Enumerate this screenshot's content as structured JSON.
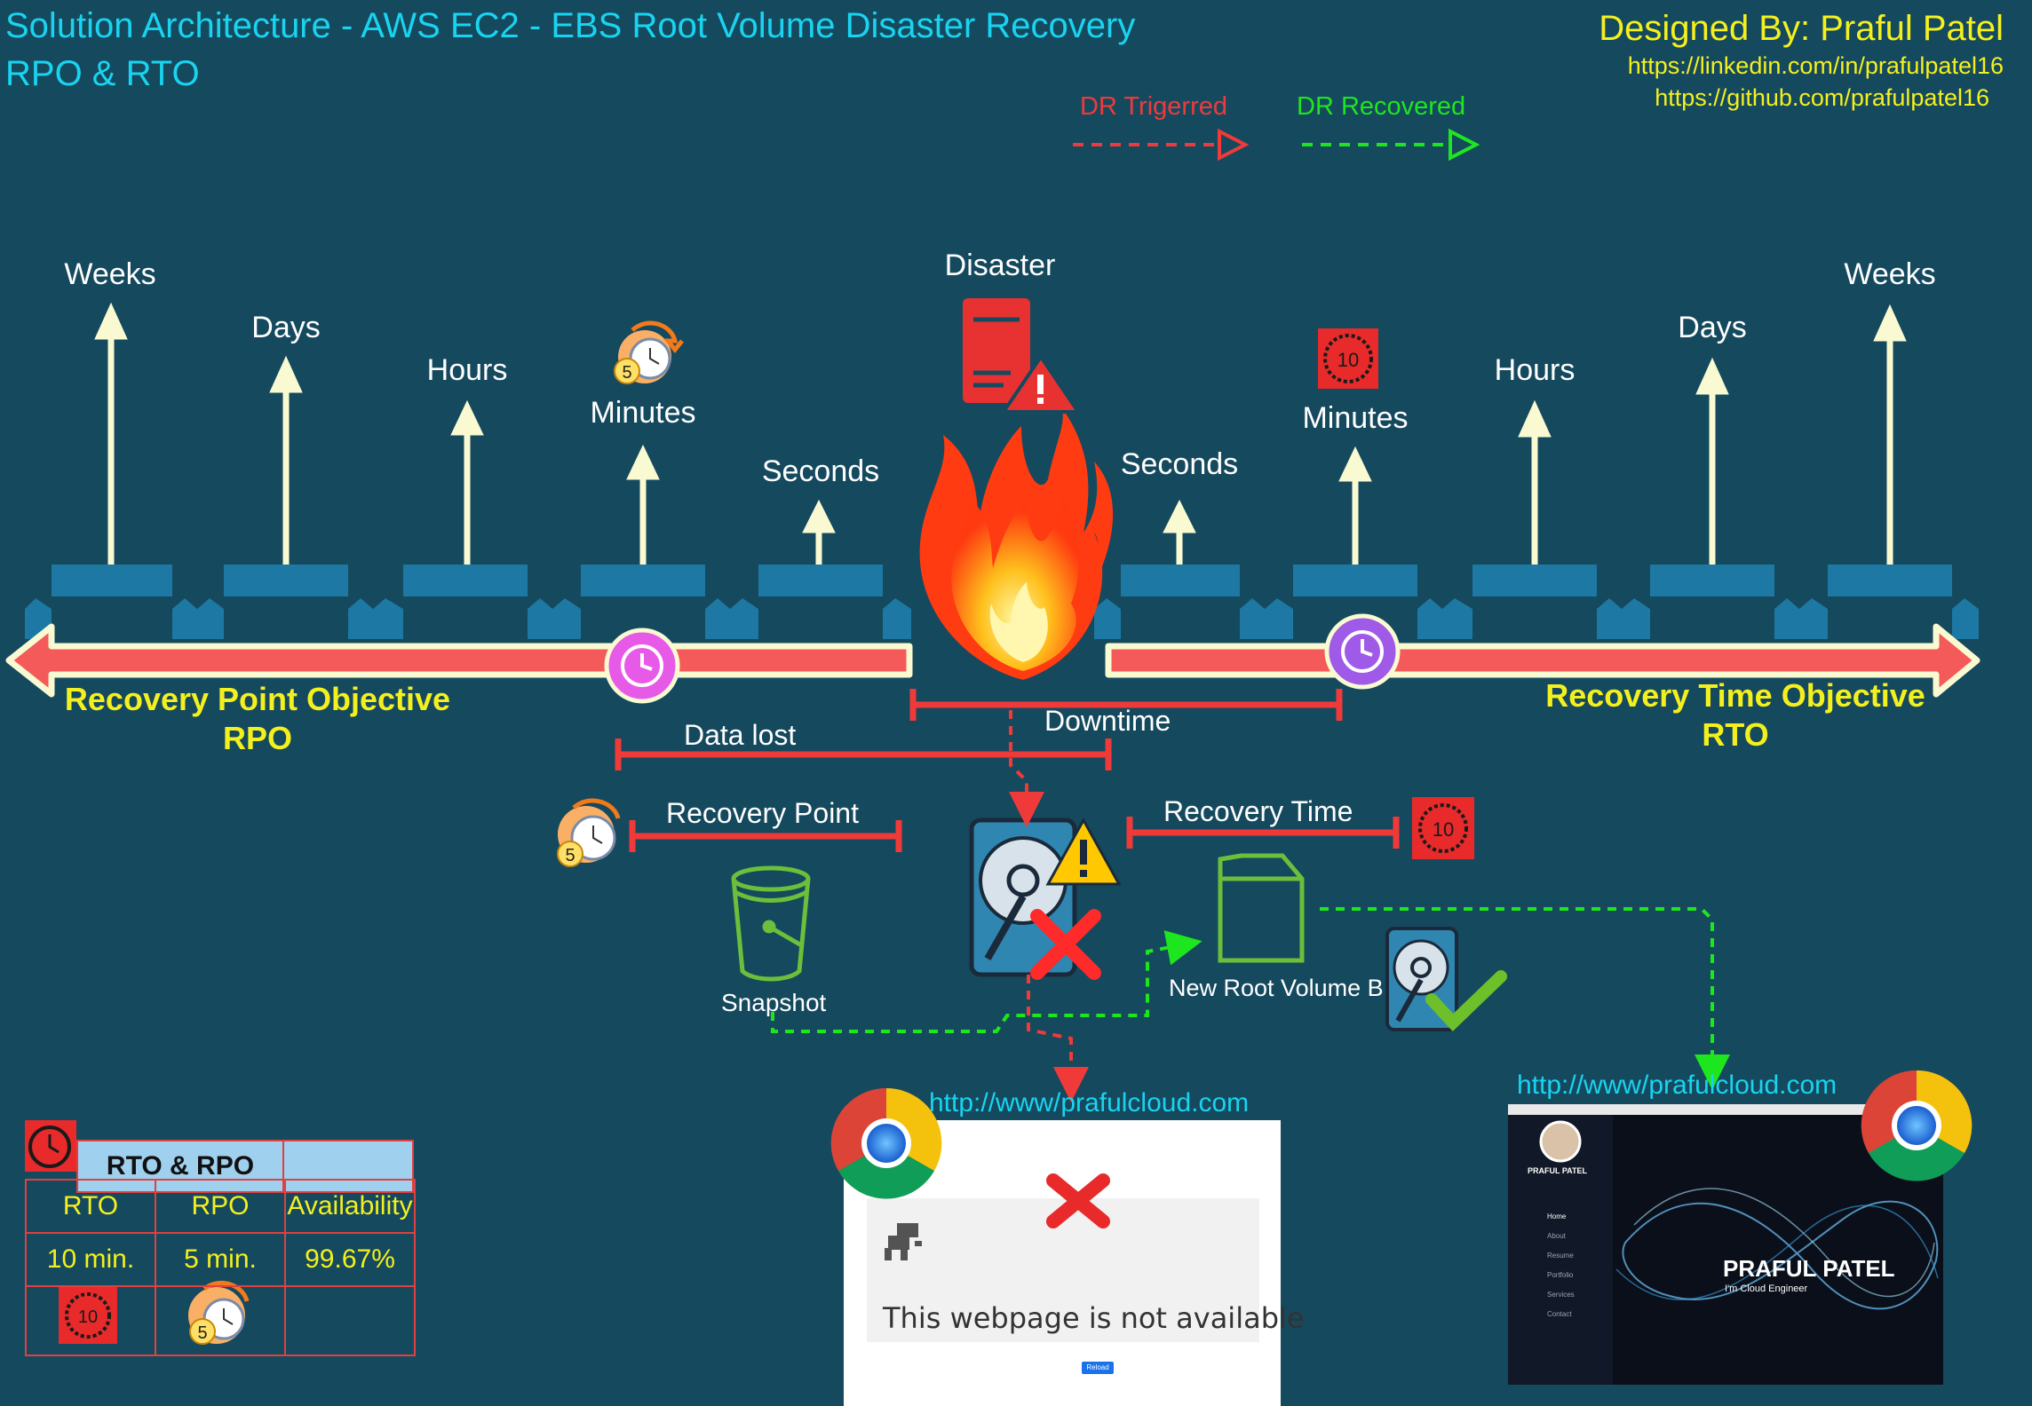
{
  "title": {
    "line1": "Solution Architecture - AWS EC2 - EBS Root Volume Disaster Recovery",
    "line2": "RPO & RTO"
  },
  "designer": {
    "by": "Designed By: Praful Patel",
    "linkedin": "https://linkedin.com/in/prafulpatel16",
    "github": "https://github.com/prafulpatel16"
  },
  "legend": {
    "triggered": "DR Trigerred",
    "recovered": "DR Recovered",
    "triggered_color": "#f03a3a",
    "recovered_color": "#1ee61e"
  },
  "timeline": {
    "left": [
      "Weeks",
      "Days",
      "Hours",
      "Minutes",
      "Seconds"
    ],
    "center": "Disaster",
    "right": [
      "Seconds",
      "Minutes",
      "Hours",
      "Days",
      "Weeks"
    ]
  },
  "objectives": {
    "rpo_title": "Recovery Point Objective",
    "rpo_abbr": "RPO",
    "rto_title": "Recovery Time Objective",
    "rto_abbr": "RTO"
  },
  "spans": {
    "downtime": "Downtime",
    "data_lost": "Data lost",
    "recovery_point": "Recovery Point",
    "recovery_time": "Recovery Time"
  },
  "resources": {
    "snapshot": "Snapshot",
    "new_root_volume": "New Root Volume B"
  },
  "badges": {
    "ten": "10",
    "five": "5"
  },
  "sites": {
    "failed_url": "http://www/prafulcloud.com",
    "failed_message": "This webpage is not available",
    "failed_button": "Reload",
    "recovered_url": "http://www/prafulcloud.com",
    "recovered_name": "PRAFUL PATEL",
    "recovered_tagline": "I'm Cloud Engineer",
    "nav_items": [
      "Home",
      "About",
      "Resume",
      "Portfolio",
      "Services",
      "Contact"
    ]
  },
  "table": {
    "header": "RTO & RPO",
    "columns": [
      "RTO",
      "RPO",
      "Availability"
    ],
    "values": [
      "10 min.",
      "5 min.",
      "99.67%"
    ]
  }
}
